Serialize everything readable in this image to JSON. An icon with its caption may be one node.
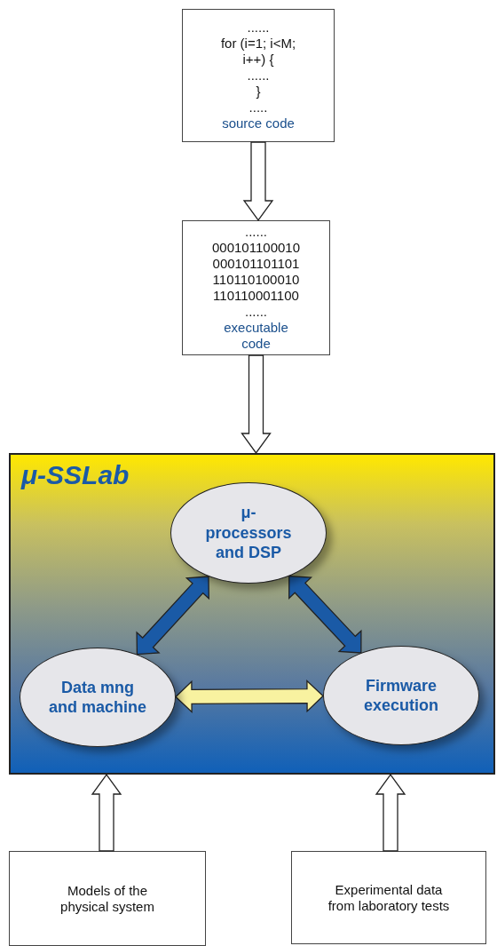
{
  "diagram": {
    "nodes": [
      {
        "text": [
          "......",
          "for (i=1; i<M; i++) {",
          "......",
          "}",
          ".....",
          "source code"
        ]
      },
      {
        "text": [
          "......",
          "000101100010",
          "000101101101",
          "110110100010",
          "110110001100",
          "......",
          "executable code"
        ]
      },
      {
        "text": [
          "μ-SSLab"
        ]
      },
      {
        "text": [
          "μ-processors and DSP"
        ],
        "in": 2
      },
      {
        "text": [
          "Data mng and machine"
        ],
        "in": 2
      },
      {
        "text": [
          "Firmware execution"
        ],
        "in": 2
      },
      {
        "text": [
          "Models of the physical system"
        ]
      },
      {
        "text": [
          "Experimental data from laboratory tests"
        ]
      }
    ],
    "edges": [
      {
        "from": 0,
        "to": 1,
        "arrow": "to"
      },
      {
        "from": 1,
        "to": 2,
        "arrow": "to"
      },
      {
        "from": 3,
        "to": 4,
        "arrow": "both",
        "style": "thick",
        "color": "#1a5aa6"
      },
      {
        "from": 3,
        "to": 5,
        "arrow": "both",
        "style": "thick",
        "color": "#1a5aa6"
      },
      {
        "from": 4,
        "to": 5,
        "arrow": "both",
        "style": "thick",
        "color": "#f8f2a0"
      },
      {
        "from": 6,
        "to": 2,
        "arrow": "to"
      },
      {
        "from": 7,
        "to": 2,
        "arrow": "to"
      }
    ]
  }
}
